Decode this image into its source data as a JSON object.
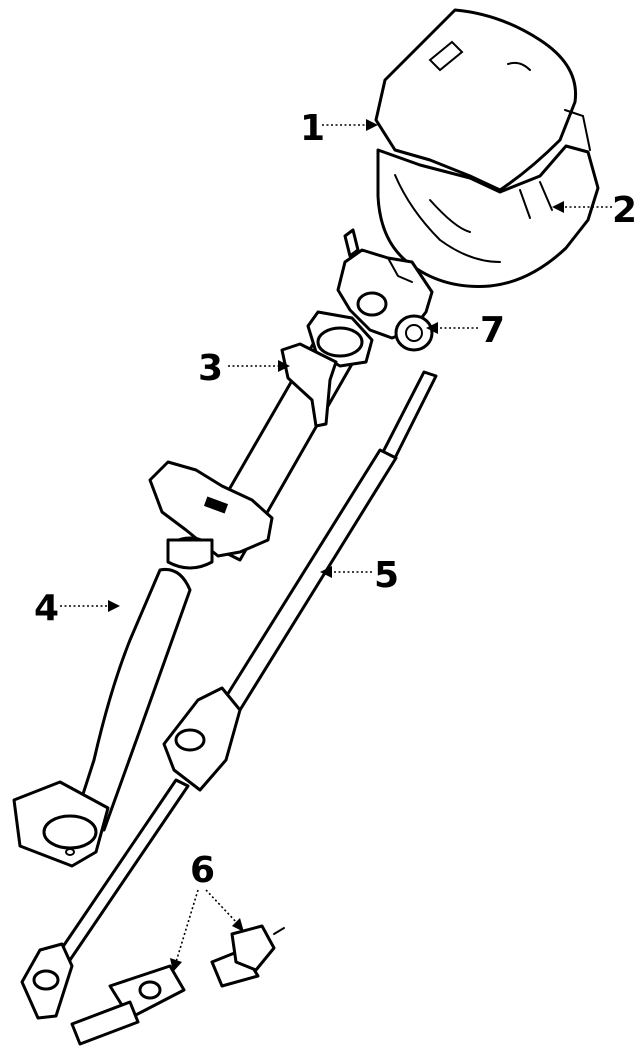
{
  "callouts": [
    {
      "id": "1",
      "label": "1"
    },
    {
      "id": "2",
      "label": "2"
    },
    {
      "id": "3",
      "label": "3"
    },
    {
      "id": "4",
      "label": "4"
    },
    {
      "id": "5",
      "label": "5"
    },
    {
      "id": "6",
      "label": "6"
    },
    {
      "id": "7",
      "label": "7"
    }
  ],
  "colors": {
    "line": "#000000",
    "background": "#ffffff"
  }
}
